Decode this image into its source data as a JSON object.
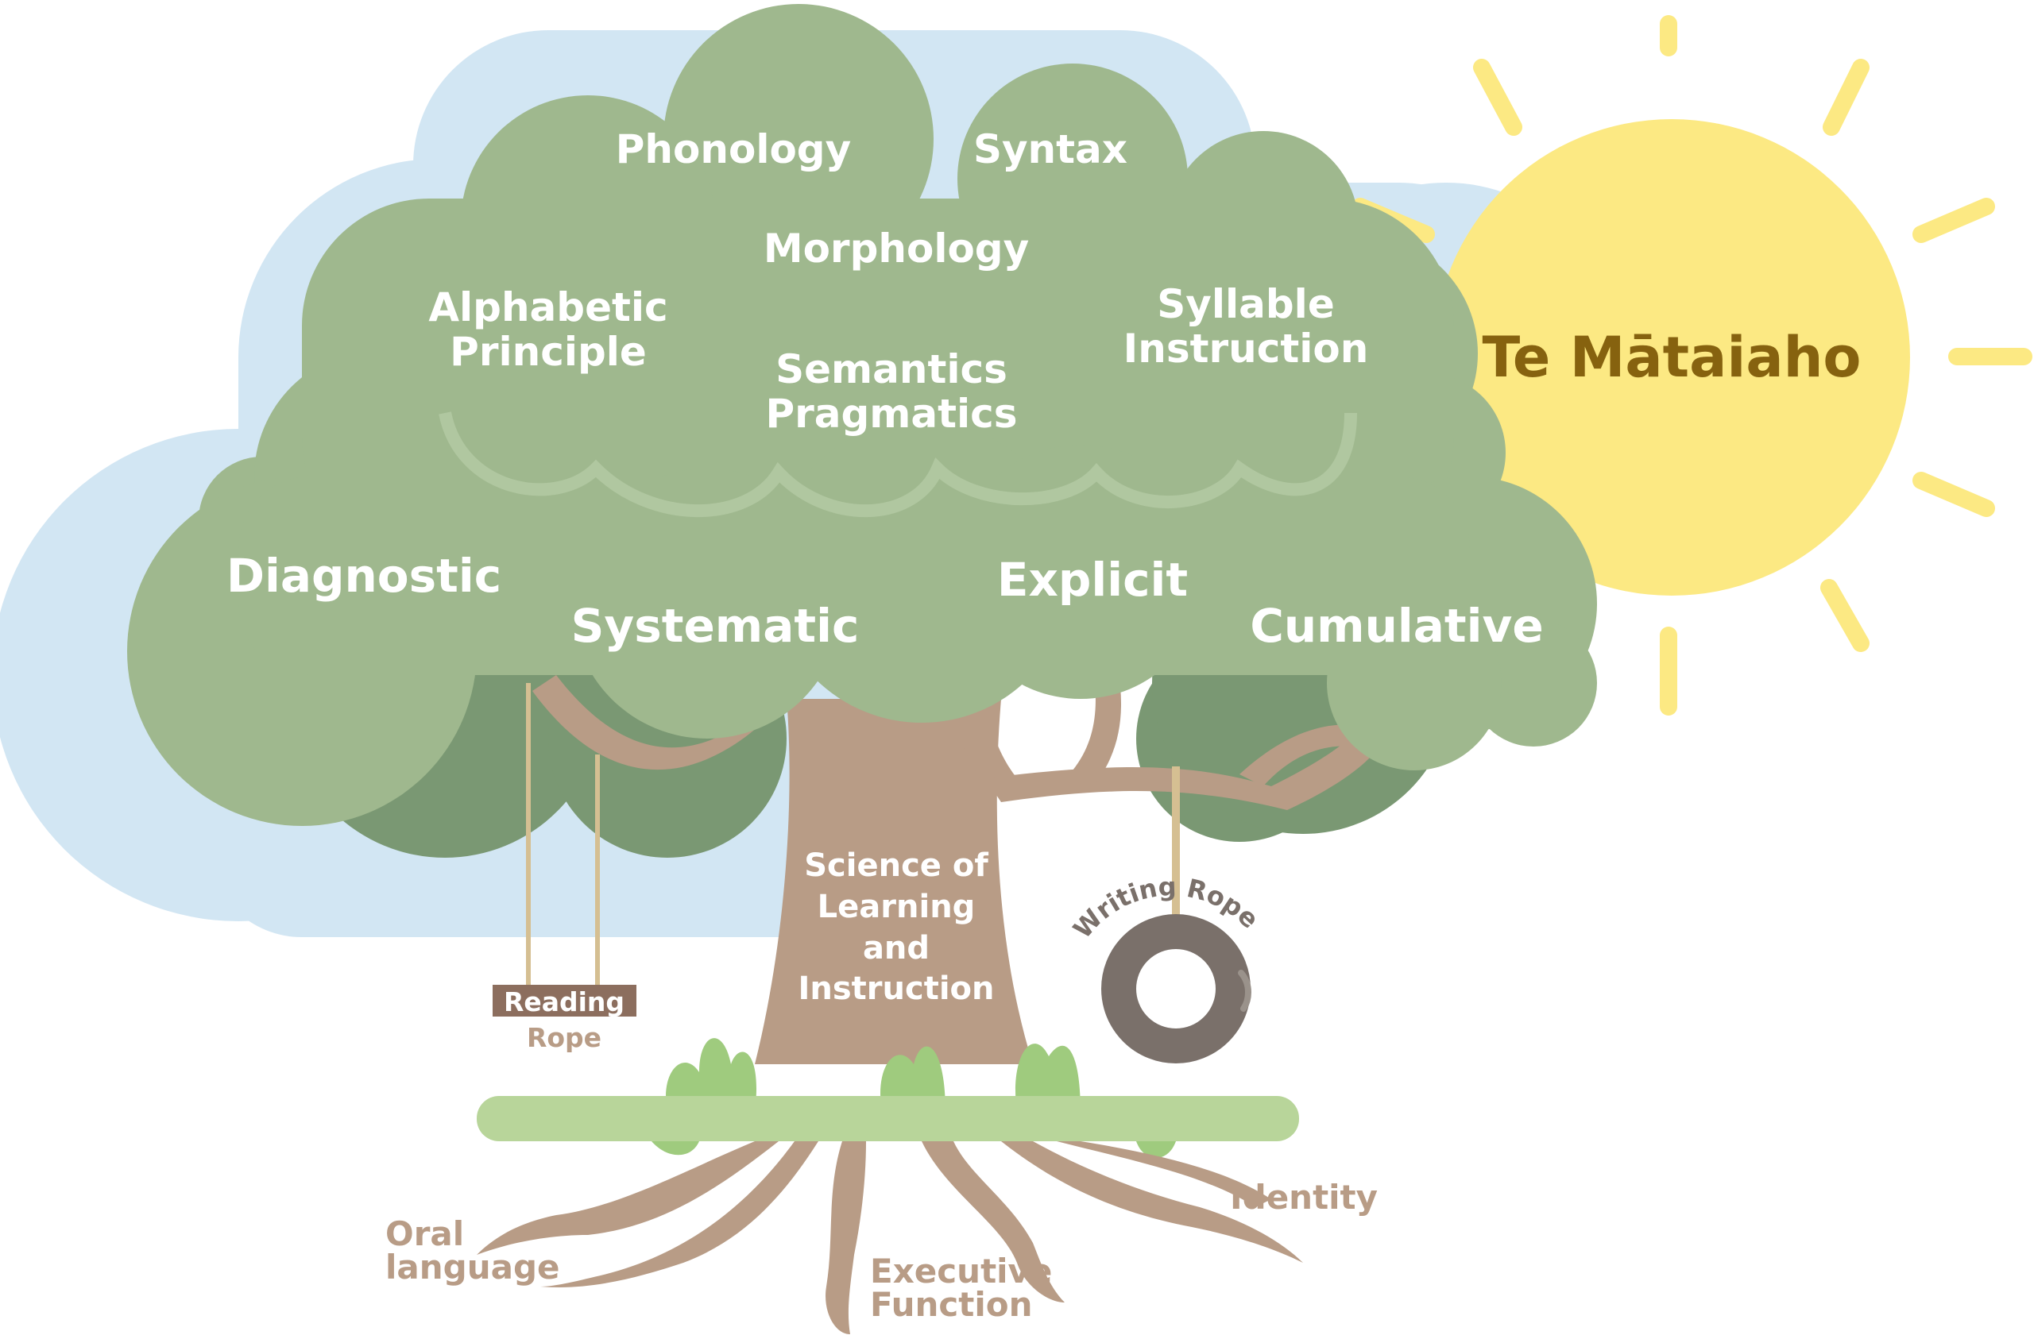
{
  "sun": {
    "label": "Te Mātaiaho"
  },
  "canopy": {
    "upper": {
      "phonology": "Phonology",
      "syntax": "Syntax",
      "morphology": "Morphology",
      "alphabetic_line1": "Alphabetic",
      "alphabetic_line2": "Principle",
      "semantics_line1": "Semantics",
      "semantics_line2": "Pragmatics",
      "syllable_line1": "Syllable",
      "syllable_line2": "Instruction"
    },
    "lower": {
      "diagnostic": "Diagnostic",
      "systematic": "Systematic",
      "explicit": "Explicit",
      "cumulative": "Cumulative"
    }
  },
  "trunk": {
    "line1": "Science of",
    "line2": "Learning",
    "line3": "and",
    "line4": "Instruction"
  },
  "swing": {
    "label_line1": "Reading",
    "label_line2": "Rope"
  },
  "tire": {
    "label": "Writing Rope"
  },
  "roots": {
    "oral_line1": "Oral",
    "oral_line2": "language",
    "exec_line1": "Executive",
    "exec_line2": "Function",
    "identity": "Identity"
  },
  "colors": {
    "sky": "#d2e6f3",
    "canopy_light": "#9fb88e",
    "canopy_dark": "#7a9873",
    "trunk": "#b89c86",
    "grass": "#b8d59a",
    "grass_bright": "#9fcb7e",
    "sun": "#fce983",
    "sun_text": "#86620f",
    "rope": "#d5bf92",
    "tire": "#7a706a",
    "swing_seat": "#8c6e5e"
  }
}
